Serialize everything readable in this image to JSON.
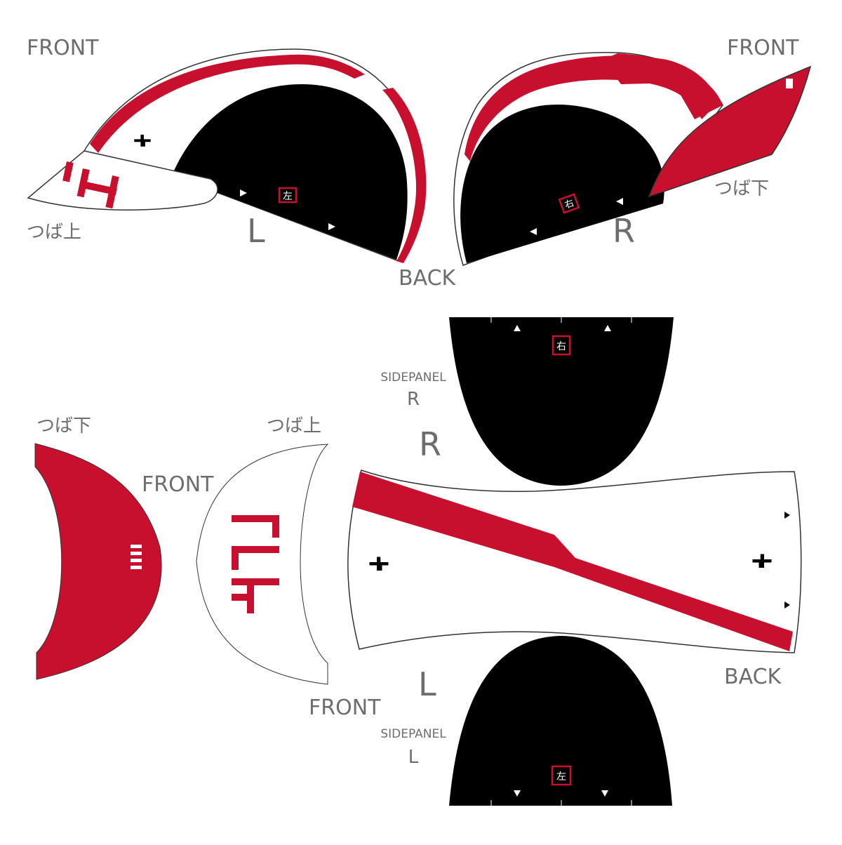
{
  "labels": {
    "front_top_left": "FRONT",
    "front_top_right": "FRONT",
    "visor_top_left": "つば上",
    "visor_under_right": "つば下",
    "side_l_big": "L",
    "side_r_big": "R",
    "back_top": "BACK",
    "sidepanel_r_title": "SIDEPANEL",
    "sidepanel_r_side": "R",
    "panel_r_big": "R",
    "visor_under_flat": "つば下",
    "visor_top_flat": "つば上",
    "front_flat_upper": "FRONT",
    "front_flat_lower": "FRONT",
    "panel_l_big": "L",
    "back_flat": "BACK",
    "sidepanel_l_title": "SIDEPANEL",
    "sidepanel_l_side": "L"
  },
  "colors": {
    "red": "#c8102e",
    "black": "#000000",
    "outline": "#333333",
    "label": "#6d6d6d"
  },
  "icons": [
    "bird-logo-icon",
    "bracket-logo-icon",
    "triangle-notch-icon"
  ]
}
